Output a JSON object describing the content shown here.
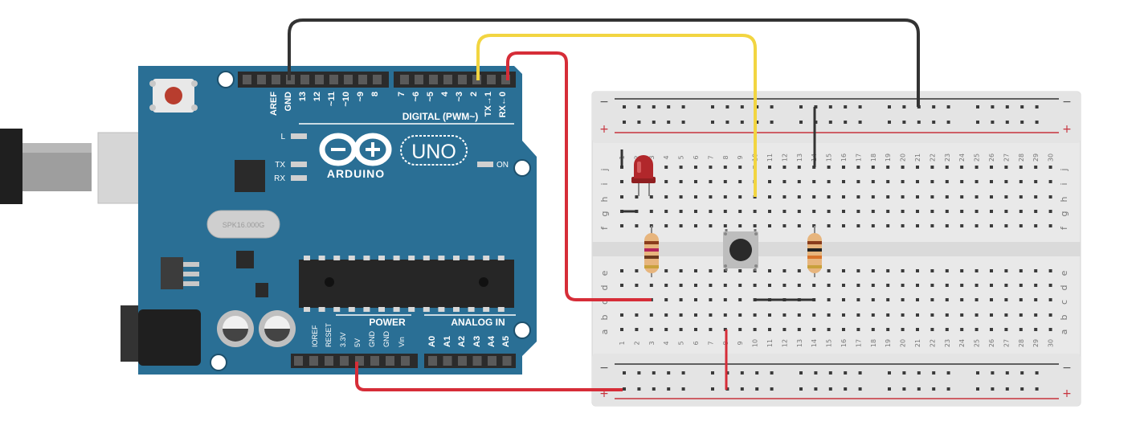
{
  "arduino": {
    "brand": "ARDUINO",
    "model": "UNO",
    "digital_label": "DIGITAL (PWM~)",
    "power_label": "POWER",
    "analog_label": "ANALOG IN",
    "led_l": "L",
    "led_tx": "TX",
    "led_rx": "RX",
    "led_on": "ON",
    "crystal": "SPK16.000G",
    "digital_pins": [
      "AREF",
      "GND",
      "13",
      "12",
      "~11",
      "~10",
      "~9",
      "8",
      "7",
      "~6",
      "~5",
      "4",
      "~3",
      "2",
      "TX→1",
      "RX←0"
    ],
    "power_pins": [
      "IOREF",
      "RESET",
      "3.3V",
      "5V",
      "GND",
      "GND",
      "Vin"
    ],
    "analog_pins": [
      "A0",
      "A1",
      "A2",
      "A3",
      "A4",
      "A5"
    ]
  },
  "breadboard": {
    "columns": [
      "1",
      "2",
      "3",
      "4",
      "5",
      "6",
      "7",
      "8",
      "9",
      "10",
      "11",
      "12",
      "13",
      "14",
      "15",
      "16",
      "17",
      "18",
      "19",
      "20",
      "21",
      "22",
      "23",
      "24",
      "25",
      "26",
      "27",
      "28",
      "29",
      "30"
    ],
    "rows_top": [
      "j",
      "i",
      "h",
      "g",
      "f"
    ],
    "rows_bottom": [
      "e",
      "d",
      "c",
      "b",
      "a"
    ],
    "rail_minus": "−",
    "rail_plus": "+"
  },
  "colors": {
    "board": "#2a6f95",
    "wire_black": "#333333",
    "wire_yellow": "#f2d541",
    "wire_red": "#d62d38",
    "rail_red": "#c7333d"
  }
}
